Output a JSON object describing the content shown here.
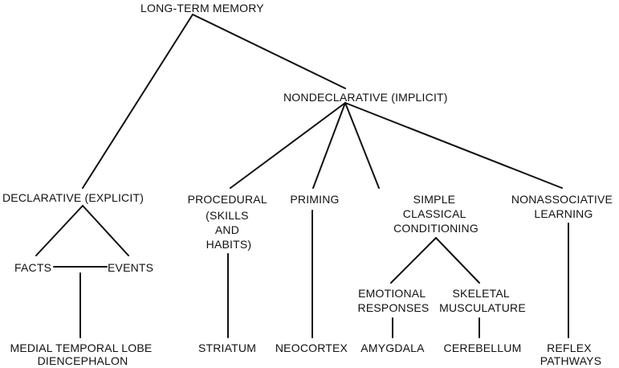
{
  "diagram": {
    "root": "LONG-TERM MEMORY",
    "declarative": "DECLARATIVE (EXPLICIT)",
    "nondeclarative": "NONDECLARATIVE (IMPLICIT)",
    "facts": "FACTS",
    "events": "EVENTS",
    "medial_temporal": {
      "line1": "MEDIAL TEMPORAL LOBE",
      "line2": "DIENCEPHALON"
    },
    "procedural": {
      "line1": "PROCEDURAL",
      "line2": "(SKILLS",
      "line3": "AND",
      "line4": "HABITS)"
    },
    "priming": "PRIMING",
    "simple_classical": {
      "line1": "SIMPLE",
      "line2": "CLASSICAL",
      "line3": "CONDITIONING"
    },
    "nonassociative": {
      "line1": "NONASSOCIATIVE",
      "line2": "LEARNING"
    },
    "emotional": {
      "line1": "EMOTIONAL",
      "line2": "RESPONSES"
    },
    "skeletal": {
      "line1": "SKELETAL",
      "line2": "MUSCULATURE"
    },
    "striatum": "STRIATUM",
    "neocortex": "NEOCORTEX",
    "amygdala": "AMYGDALA",
    "cerebellum": "CEREBELLUM",
    "reflex": {
      "line1": "REFLEX",
      "line2": "PATHWAYS"
    }
  }
}
